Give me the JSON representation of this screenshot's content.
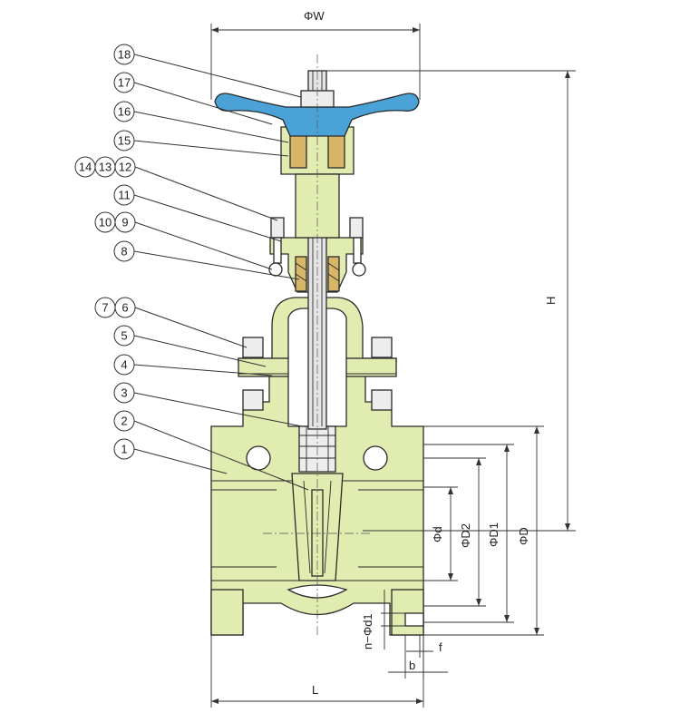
{
  "colors": {
    "body": "#e1ecb0",
    "handwheel": "#4aa2d6",
    "packing": "#d8b668",
    "stem": "#e4e4e4",
    "line": "#2a2a2a",
    "background": "#ffffff"
  },
  "parts": [
    {
      "id": "p1",
      "label": "1"
    },
    {
      "id": "p2",
      "label": "2"
    },
    {
      "id": "p3",
      "label": "3"
    },
    {
      "id": "p4",
      "label": "4"
    },
    {
      "id": "p5",
      "label": "5"
    },
    {
      "id": "p6",
      "label": "6"
    },
    {
      "id": "p7",
      "label": "7"
    },
    {
      "id": "p8",
      "label": "8"
    },
    {
      "id": "p9",
      "label": "9"
    },
    {
      "id": "p10",
      "label": "10"
    },
    {
      "id": "p11",
      "label": "11"
    },
    {
      "id": "p12",
      "label": "12"
    },
    {
      "id": "p13",
      "label": "13"
    },
    {
      "id": "p14",
      "label": "14"
    },
    {
      "id": "p15",
      "label": "15"
    },
    {
      "id": "p16",
      "label": "16"
    },
    {
      "id": "p17",
      "label": "17"
    },
    {
      "id": "p18",
      "label": "18"
    }
  ],
  "dimensions": {
    "W": "ΦW",
    "H": "H",
    "d": "Φd",
    "D2": "ΦD2",
    "D1": "ΦD1",
    "D": "ΦD",
    "n_d1": "n−Φd1",
    "f": "f",
    "b": "b",
    "L": "L"
  }
}
